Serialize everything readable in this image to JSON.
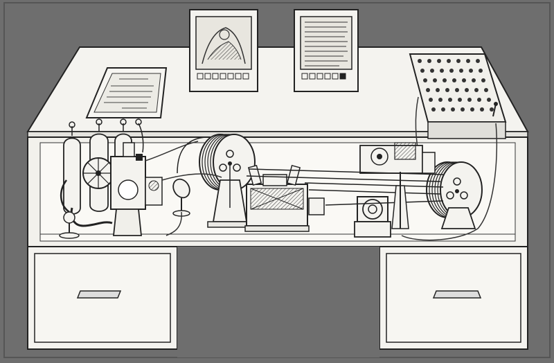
{
  "illustration": {
    "colors": {
      "background": "#6e6e6e",
      "paper": "#f4f3ef",
      "ink": "#222222",
      "shade": "#cfcfcf",
      "screen": "#e8e6df"
    },
    "parts": [
      "desk-top",
      "left-pedestal",
      "right-pedestal",
      "left-drawer",
      "right-drawer",
      "left-viewing-screen",
      "right-viewing-screen",
      "translucent-writing-plate",
      "keyboard-panel",
      "film-reel-left",
      "film-reel-right",
      "projector-unit",
      "gas-cylinders",
      "camera-assembly",
      "electric-motor",
      "film-transport-rods"
    ],
    "icons": [
      "drawer-handle-icon",
      "lever-icon",
      "lamp-icon"
    ]
  }
}
